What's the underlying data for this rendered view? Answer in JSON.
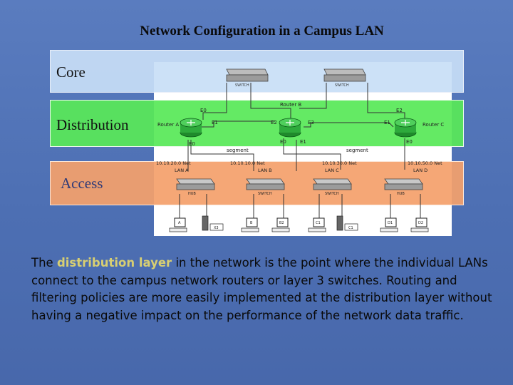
{
  "title": "Network Configuration in a Campus LAN",
  "layers": {
    "core": "Core",
    "distribution": "Distribution",
    "access": "Access"
  },
  "devices": {
    "switch_left": "SWITCH",
    "switch_right": "SWITCH",
    "router_a": "Router A",
    "router_b": "Router B",
    "router_c": "Router C",
    "ports": {
      "a_e0_top": "E0",
      "a_e1": "E1",
      "a_e0_bottom": "E0",
      "b_e2": "E2",
      "b_e3": "E3",
      "b_e0": "E0",
      "b_e1": "E1",
      "c_e2": "E2",
      "c_e1": "E1",
      "c_e0": "E0"
    },
    "segments": [
      "segment",
      "segment"
    ],
    "networks": [
      {
        "net": "10.10.20.0 Net",
        "lan": "LAN A"
      },
      {
        "net": "10.10.10.0 Net",
        "lan": "LAN B"
      },
      {
        "net": "10.10.30.0 Net",
        "lan": "LAN C"
      },
      {
        "net": "10.10.50.0 Net",
        "lan": "LAN D"
      }
    ],
    "hubs": [
      "HUB",
      "SWITCH",
      "SWITCH",
      "HUB"
    ],
    "hosts": [
      "A",
      "X3",
      "B",
      "B2",
      "C1",
      "C1",
      "D1",
      "D2"
    ]
  },
  "description": {
    "before": "The ",
    "highlight": "distribution layer",
    "after": " in the network is the point where the individual LANs connect to the campus network routers or layer 3 switches. Routing and filtering policies are more easily implemented at the distribution layer without having a negative impact on the performance of the network data traffic."
  },
  "colors": {
    "background": "#5072b6",
    "core_band": "#c8def6",
    "distribution_band": "#58e858",
    "access_band": "#f4a06c",
    "router": "#2eaa3c",
    "highlight_text": "#d8cf72"
  }
}
